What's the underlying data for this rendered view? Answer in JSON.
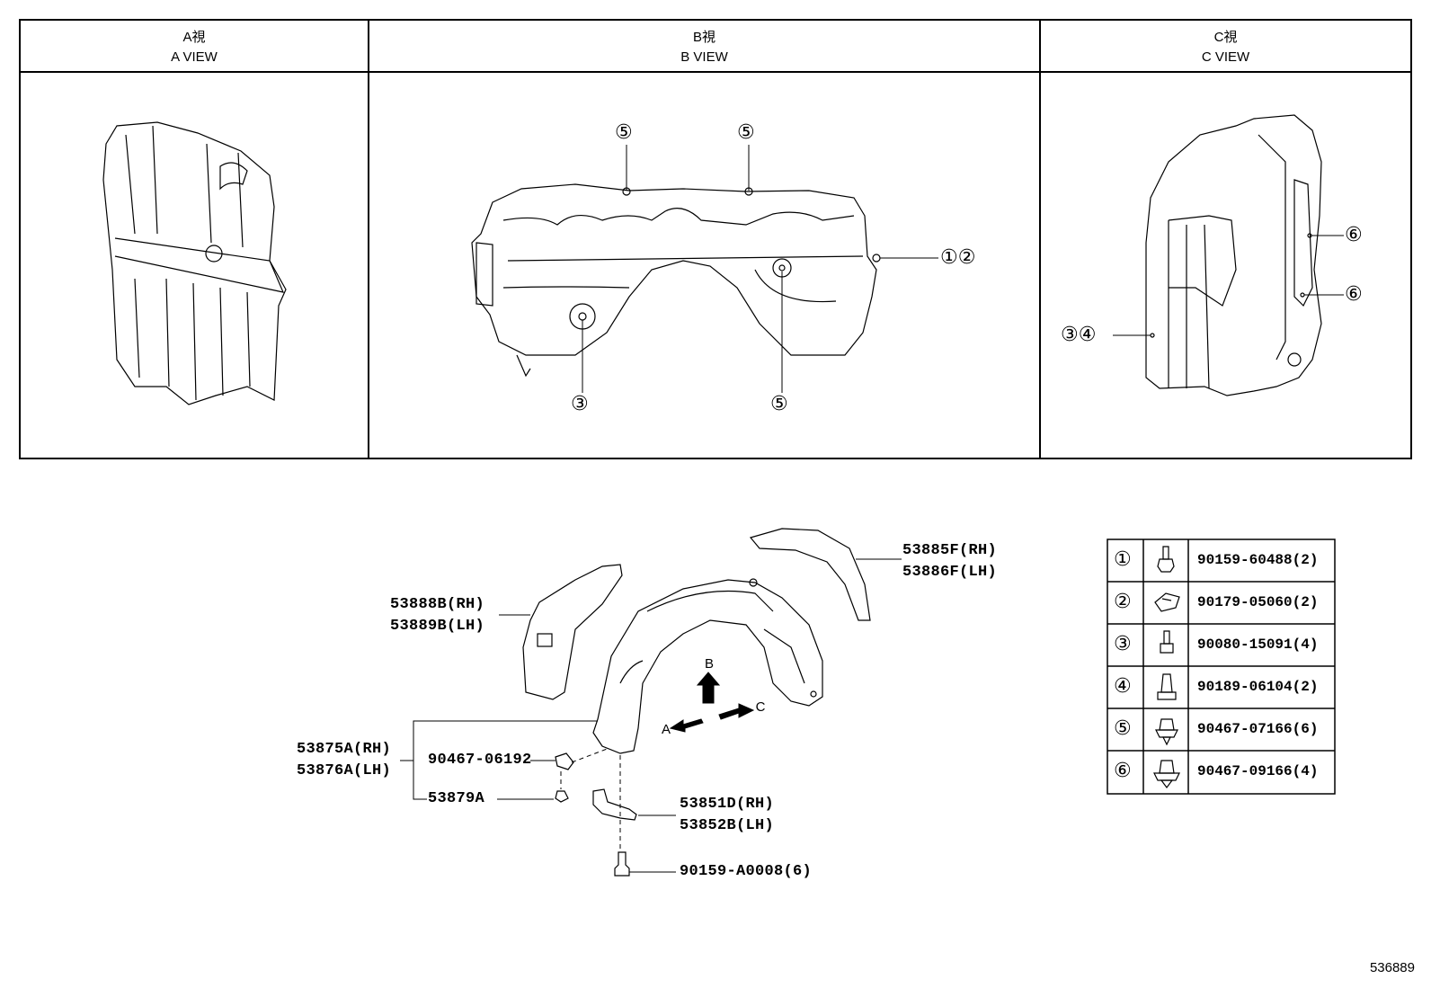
{
  "views": [
    {
      "title_ja": "A視",
      "title_en": "A VIEW"
    },
    {
      "title_ja": "B視",
      "title_en": "B VIEW"
    },
    {
      "title_ja": "C視",
      "title_en": "C VIEW"
    }
  ],
  "b_view_callouts": {
    "top_left": "⑤",
    "top_right": "⑤",
    "right": "①②",
    "bottom_left": "③",
    "bottom_right": "⑤"
  },
  "c_view_callouts": {
    "right_top": "⑥",
    "right_mid": "⑥",
    "left": "③④"
  },
  "part_labels": {
    "liner_rear_rh": "53885F(RH)",
    "liner_rear_lh": "53886F(LH)",
    "shield_rh": "53888B(RH)",
    "shield_lh": "53889B(LH)",
    "liner_rh": "53875A(RH)",
    "liner_lh": "53876A(LH)",
    "clip": "90467-06192",
    "rivet": "53879A",
    "bracket_rh": "53851D(RH)",
    "bracket_lh": "53852B(LH)",
    "bolt": "90159-A0008(6)"
  },
  "arrows": {
    "a": "A",
    "b": "B",
    "c": "C"
  },
  "fastener_table": [
    {
      "num": "①",
      "part": "90159-60488(2)"
    },
    {
      "num": "②",
      "part": "90179-05060(2)"
    },
    {
      "num": "③",
      "part": "90080-15091(4)"
    },
    {
      "num": "④",
      "part": "90189-06104(2)"
    },
    {
      "num": "⑤",
      "part": "90467-07166(6)"
    },
    {
      "num": "⑥",
      "part": "90467-09166(4)"
    }
  ],
  "diagram_id": "536889"
}
